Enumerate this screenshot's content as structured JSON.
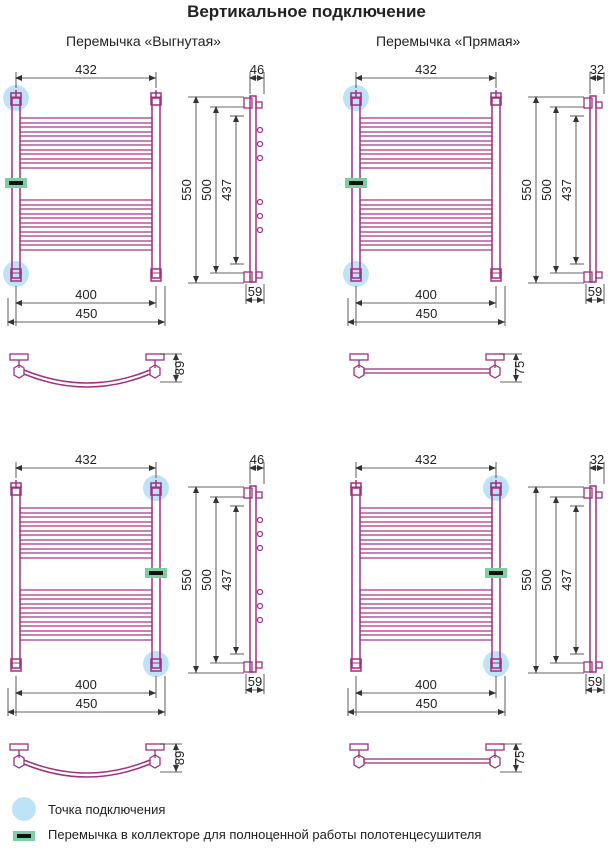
{
  "title": "Вертикальное подключение",
  "subtitles": {
    "curved": "Перемычка «Выгнутая»",
    "straight": "Перемычка «Прямая»"
  },
  "colors": {
    "rail": "#a0307e",
    "connection": "#bfe3f6",
    "jumper": "#7ccfa2",
    "dimension": "#333333"
  },
  "diagrams": [
    {
      "id": "top-curved",
      "connection_side": "left",
      "top_width": "432",
      "height": "550",
      "inner_height": "500",
      "bar_spacing": "437",
      "axis_distance": "400",
      "overall_width": "450",
      "side_top": "46",
      "side_bottom": "59",
      "depth": "89",
      "variant": "curved"
    },
    {
      "id": "top-straight",
      "connection_side": "left",
      "top_width": "432",
      "height": "550",
      "inner_height": "500",
      "bar_spacing": "437",
      "axis_distance": "400",
      "overall_width": "450",
      "side_top": "32",
      "side_bottom": "59",
      "depth": "75",
      "variant": "straight"
    },
    {
      "id": "bottom-curved",
      "connection_side": "right",
      "top_width": "432",
      "height": "550",
      "inner_height": "500",
      "bar_spacing": "437",
      "axis_distance": "400",
      "overall_width": "450",
      "side_top": "46",
      "side_bottom": "59",
      "depth": "89",
      "variant": "curved"
    },
    {
      "id": "bottom-straight",
      "connection_side": "right",
      "top_width": "432",
      "height": "550",
      "inner_height": "500",
      "bar_spacing": "437",
      "axis_distance": "400",
      "overall_width": "450",
      "side_top": "32",
      "side_bottom": "59",
      "depth": "75",
      "variant": "straight"
    }
  ],
  "legend": {
    "connection_point": "Точка подключения",
    "jumper": "Перемычка в коллекторе для полноценной работы полотенцесушителя"
  }
}
